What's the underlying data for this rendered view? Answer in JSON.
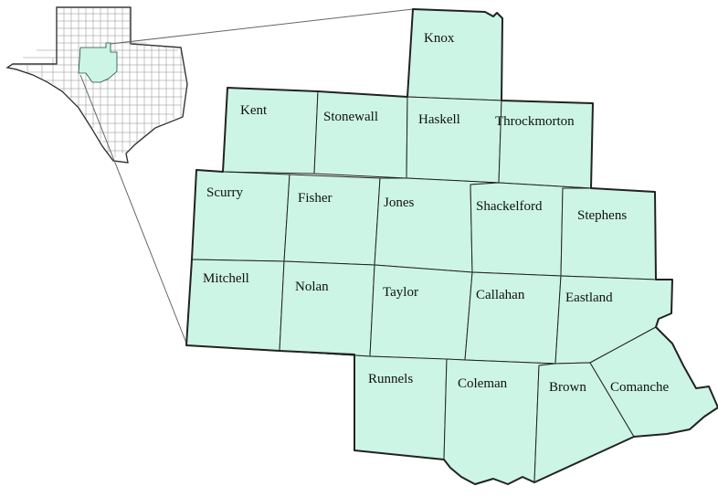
{
  "map": {
    "colors": {
      "fill": "#ccf5e6",
      "border": "#222222",
      "inset_state_fill": "#ffffff",
      "inset_county_line": "#888888",
      "leader_line": "#666666"
    },
    "counties": [
      {
        "id": "knox",
        "label": "Knox"
      },
      {
        "id": "kent",
        "label": "Kent"
      },
      {
        "id": "stonewall",
        "label": "Stonewall"
      },
      {
        "id": "haskell",
        "label": "Haskell"
      },
      {
        "id": "throckmorton",
        "label": "Throckmorton"
      },
      {
        "id": "scurry",
        "label": "Scurry"
      },
      {
        "id": "fisher",
        "label": "Fisher"
      },
      {
        "id": "jones",
        "label": "Jones"
      },
      {
        "id": "shackelford",
        "label": "Shackelford"
      },
      {
        "id": "stephens",
        "label": "Stephens"
      },
      {
        "id": "mitchell",
        "label": "Mitchell"
      },
      {
        "id": "nolan",
        "label": "Nolan"
      },
      {
        "id": "taylor",
        "label": "Taylor"
      },
      {
        "id": "callahan",
        "label": "Callahan"
      },
      {
        "id": "eastland",
        "label": "Eastland"
      },
      {
        "id": "runnels",
        "label": "Runnels"
      },
      {
        "id": "coleman",
        "label": "Coleman"
      },
      {
        "id": "brown",
        "label": "Brown"
      },
      {
        "id": "comanche",
        "label": "Comanche"
      }
    ]
  }
}
